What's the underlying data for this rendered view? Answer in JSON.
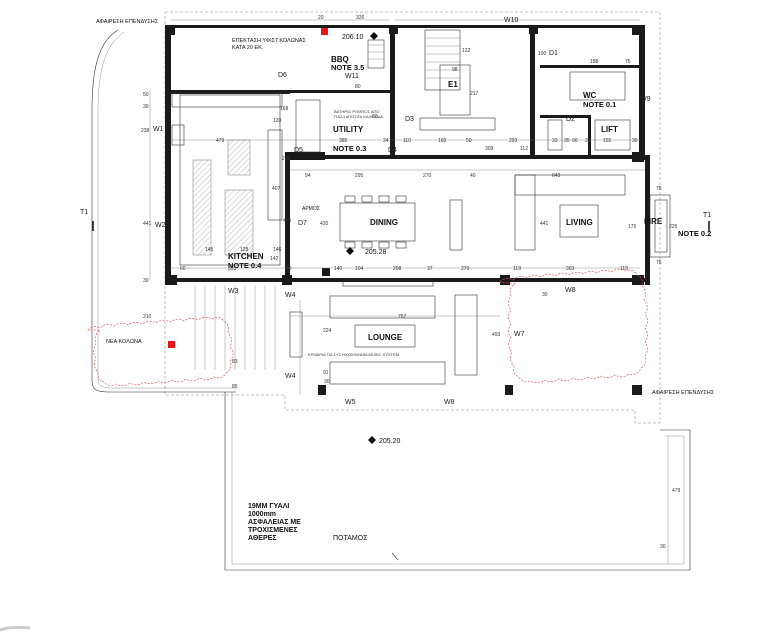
{
  "rooms": {
    "dining": "DINING",
    "living": "LIVING",
    "lounge": "LOUNGE",
    "kitchen": "KITCHEN",
    "kitchen_note": "NOTE 0.4",
    "utility": "UTILITY",
    "utility_note": "NOTE 0.3",
    "bbq": "BBQ",
    "bbq_note": "NOTE 3.5",
    "wc": "WC",
    "wc_note": "NOTE 0.1",
    "lift": "LIFT",
    "fire": "FIRE",
    "fire_note": "NOTE 0.2",
    "e1": "E1"
  },
  "tags": {
    "w1": "W1",
    "w2": "W2",
    "w3": "W3",
    "w4a": "W4",
    "w4b": "W4",
    "w5": "W5",
    "w7": "W7",
    "w8a": "W8",
    "w8b": "W8",
    "w9": "W9",
    "w10": "W10",
    "w11": "W11",
    "d1": "D1",
    "d2": "D2",
    "d3": "D3",
    "d4": "D4",
    "d5": "D5",
    "d6": "D6",
    "d7": "D7",
    "t1_left": "T1",
    "t1_right": "T1",
    "armos": "ΑΡΜΟΣ"
  },
  "annotations": {
    "remove_top": "ΑΦΑΙΡΕΣΗ ΕΠΕΝΔΥΣΗΣ",
    "remove_right": "ΑΦΑΙΡΕΣΗ ΕΠΕΝΔΥΣΗΣ",
    "column_ext_1": "ΕΠΕΚΤΑΣΗ ΥΦΙΣΤ.ΚΟΛΩΝΑΣ",
    "column_ext_2": "ΚΑΤΑ 20 ΕΚ.",
    "new_column": "ΝΕΑ ΚΟΛΩΝΑ",
    "glass_1": "19MM ΓΥΑΛΙ",
    "glass_2": "1000mm",
    "glass_3": "ΑΣΦΑΛΕΙΑΣ ΜΕ",
    "glass_4": "ΤΡΟΧΙΣΜΕΝΕΣ",
    "glass_5": "ΑΘΕΡΕΣ",
    "river": "ΠΟΤΑΜΟΣ",
    "level_1": "206.10",
    "level_2": "205.28",
    "level_3": "205.20",
    "utility_small": "ΒΑΤΗΡΙΟ ΡΟΜΠΟΣ ΑΠΟ",
    "utility_small_2": "ΓΙΑΣ/Ι ΑΠΟΣ/ΓΑ ΚΑΛΟΥΔΙΑ",
    "lounge_small": "ΕΡΜΑΡΙΑ ΓΙΑ ΣΥΣ ΗΧΟΣ/ΚΙΝΗΜ.ΜUSIC SYSTEM"
  },
  "dimensions": {
    "d20": "20",
    "d326": "326",
    "d122": "122",
    "d188": "188",
    "d75a": "75",
    "d98": "98",
    "d217": "217",
    "d100": "100",
    "d50a": "50",
    "d30a": "30",
    "d238": "238",
    "d479": "479",
    "d120": "120",
    "d168": "168",
    "d200": "200",
    "d385": "385",
    "d24": "24",
    "d110": "110",
    "d160": "160",
    "d50b": "50",
    "d309": "309",
    "d112": "112",
    "d293": "293",
    "d33": "33",
    "d90": "90",
    "d155": "155",
    "d25": "25",
    "d35": "35",
    "d30b": "30",
    "d94": "94",
    "d295": "295",
    "d270a": "270",
    "d40": "40",
    "d643": "643",
    "d75b": "75",
    "d441a": "441",
    "d407": "407",
    "d445": "445",
    "d420": "420",
    "d441b": "441",
    "d175": "175",
    "d225": "225",
    "d75c": "75",
    "d145": "145",
    "d128": "128",
    "d146": "146",
    "d142": "142",
    "d60": "60",
    "d353": "353",
    "d50c": "50",
    "d140": "140",
    "d104": "104",
    "d208": "208",
    "d37": "37",
    "d270b": "270",
    "d119a": "119",
    "d303": "303",
    "d119b": "119",
    "d30c": "30",
    "d30d": "30",
    "d210": "210",
    "d224": "224",
    "d91": "91",
    "d767": "767",
    "d493": "493",
    "d479b": "479",
    "d30e": "30",
    "d83": "83",
    "d85": "85",
    "d60b": "60",
    "d80": "80",
    "d30f": "30"
  },
  "colors": {
    "wall": "#1a1a1a",
    "column_marker": "#e8141a",
    "revision_cloud": "#e05a5a"
  }
}
